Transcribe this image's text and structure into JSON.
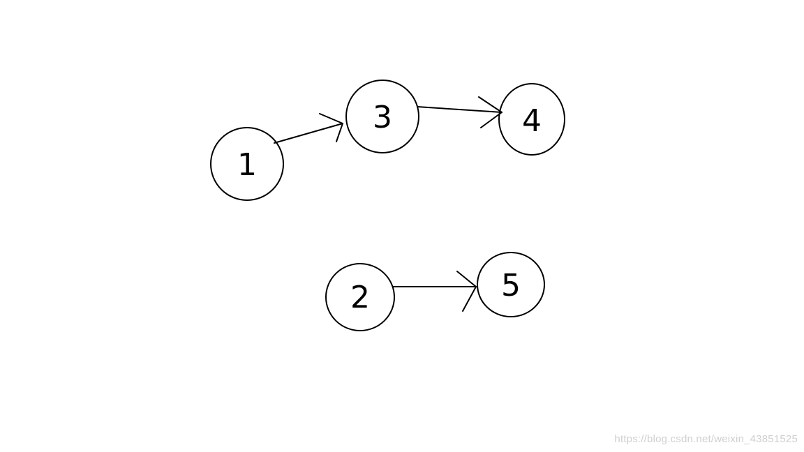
{
  "nodes": [
    {
      "id": "n1",
      "label": "1"
    },
    {
      "id": "n3",
      "label": "3"
    },
    {
      "id": "n4",
      "label": "4"
    },
    {
      "id": "n2",
      "label": "2"
    },
    {
      "id": "n5",
      "label": "5"
    }
  ],
  "edges": [
    {
      "from": "n1",
      "to": "n3"
    },
    {
      "from": "n3",
      "to": "n4"
    },
    {
      "from": "n2",
      "to": "n5"
    }
  ],
  "watermark": "https://blog.csdn.net/weixin_43851525"
}
